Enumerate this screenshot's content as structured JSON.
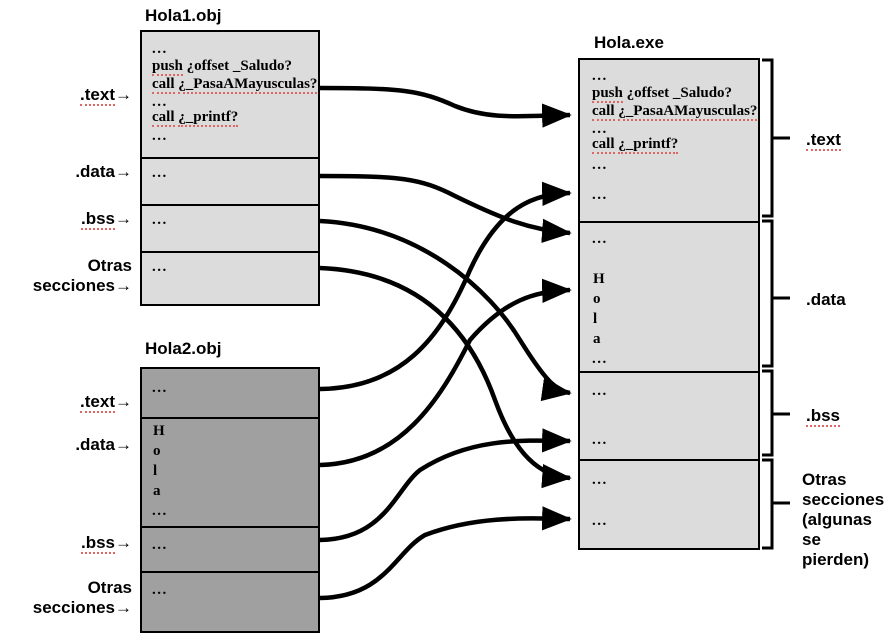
{
  "diagram": {
    "title_hola1": "Hola1.obj",
    "title_hola2": "Hola2.obj",
    "title_exe": "Hola.exe",
    "colors": {
      "obj1_fill": "#dcdcdc",
      "obj2_fill": "#a0a0a0",
      "exe_fill": "#dcdcdc",
      "stroke": "#000000",
      "spellcheck_underline": "#e06666",
      "background": "#ffffff"
    },
    "ellipsis": "...",
    "hola_letters": [
      "H",
      "o",
      "l",
      "a"
    ],
    "code_lines": {
      "l1": "...",
      "l2_a": "push",
      "l2_b": "¿offset _Saludo?",
      "l3_a": "call",
      "l3_b": "¿_PasaAMayusculas?",
      "l4": "...",
      "l5_a": "call",
      "l5_b": "¿_printf?",
      "l6": "..."
    },
    "left_labels_obj1": [
      {
        "text": ".text",
        "arrow": "→"
      },
      {
        "text": ".data",
        "arrow": "→"
      },
      {
        "text": ".bss",
        "arrow": "→"
      },
      {
        "line1": "Otras",
        "line2": "secciones",
        "arrow": "→"
      }
    ],
    "left_labels_obj2": [
      {
        "text": ".text",
        "arrow": "→"
      },
      {
        "text": ".data",
        "arrow": "→"
      },
      {
        "text": ".bss",
        "arrow": "→"
      },
      {
        "line1": "Otras",
        "line2": "secciones",
        "arrow": "→"
      }
    ],
    "right_labels_exe": [
      {
        "text": ".text"
      },
      {
        "text": ".data"
      },
      {
        "text": ".bss"
      },
      {
        "line1": "Otras",
        "line2": "secciones",
        "line3": "(algunas",
        "line4": " se",
        "line5": "pierden)"
      }
    ]
  }
}
